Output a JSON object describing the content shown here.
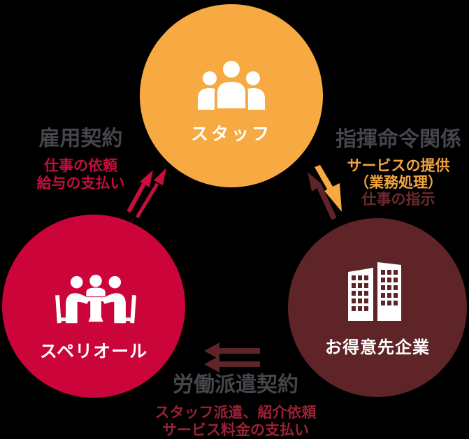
{
  "background_color": "#000000",
  "nodes": {
    "staff": {
      "name": "スタッフ",
      "color": "#F7A942",
      "icon": "people-group-icon"
    },
    "superior": {
      "name": "スペリオール",
      "color": "#CB0439",
      "icon": "meeting-icon"
    },
    "client": {
      "name": "お得意先企業",
      "color": "#5E2428",
      "icon": "buildings-icon"
    }
  },
  "relations": {
    "employment": {
      "title": "雇用契約",
      "details": [
        "仕事の依頼",
        "給与の支払い"
      ],
      "arrow": "double-arrow-superior-to-staff",
      "arrow_color": "#C60F3D"
    },
    "command": {
      "title": "指揮命令関係",
      "provide_lines": [
        "サービスの提供",
        "（業務処理）"
      ],
      "instruct_line": "仕事の指示",
      "provide_arrow": "staff-to-client",
      "provide_arrow_color": "#F7A942",
      "instruct_arrow": "client-to-staff",
      "instruct_arrow_color": "#5E2428"
    },
    "dispatch": {
      "title": "労働派遣契約",
      "details": [
        "スタッフ派遣、紹介依頼",
        "サービス料金の支払い"
      ],
      "arrow": "double-arrow-client-to-superior",
      "arrow_color": "#5E2428"
    }
  },
  "colors": {
    "relation_title": "#45454B",
    "employment_detail": "#C30E3C",
    "dispatch_detail": "#9B2233",
    "provide_detail": "#F2A440",
    "instruct_detail": "#6B2A2E",
    "node_text": "#FFFFFF"
  }
}
